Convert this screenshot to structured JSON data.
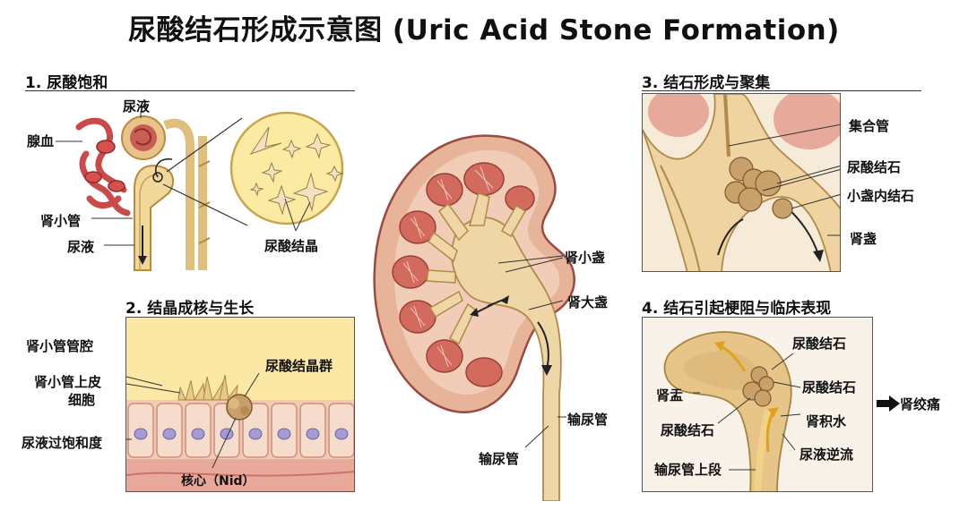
{
  "title": "尿酸结石形成示意图 (Uric Acid Stone Formation)",
  "colors": {
    "tissue": "#e9b790",
    "tubule": "#f0d89a",
    "kidney_red": "#c8584f",
    "crystal_bg": "#fbeaa2"
  },
  "section1": {
    "heading": "1. 尿酸饱和",
    "labels": {
      "blood": "腺血",
      "urine_top": "尿液",
      "tubule": "肾小管",
      "urine": "尿液",
      "crystals": "尿酸结晶"
    }
  },
  "section2": {
    "heading": "2. 结晶成核与生长",
    "labels": {
      "lumen": "肾小管管腔",
      "epithelium_1": "肾小管上皮",
      "epithelium_2": "细胞",
      "supersat": "尿液过饱和度",
      "cluster": "尿酸结晶群",
      "nucleus": "核心（Nid）"
    }
  },
  "center": {
    "labels": {
      "minor_calyx": "肾小盏",
      "major_calyx": "肾大盏",
      "ureter_right": "输尿管",
      "ureter_bottom": "输尿管"
    }
  },
  "section3": {
    "heading": "3. 结石形成与聚集",
    "labels": {
      "collecting_duct": "集合管",
      "stones": "尿酸结石",
      "calyx_stone": "小盏内结石",
      "calyx": "肾盏"
    }
  },
  "section4": {
    "heading": "4. 结石引起梗阻与临床表现",
    "labels": {
      "stone_top": "尿酸结石",
      "stone_right": "尿酸结石",
      "pelvis": "肾盂",
      "stone_left": "尿酸结石",
      "hydro": "肾积水",
      "reflux": "尿液逆流",
      "upper_ureter": "输尿管上段"
    },
    "outcome": "肾绞痛"
  }
}
